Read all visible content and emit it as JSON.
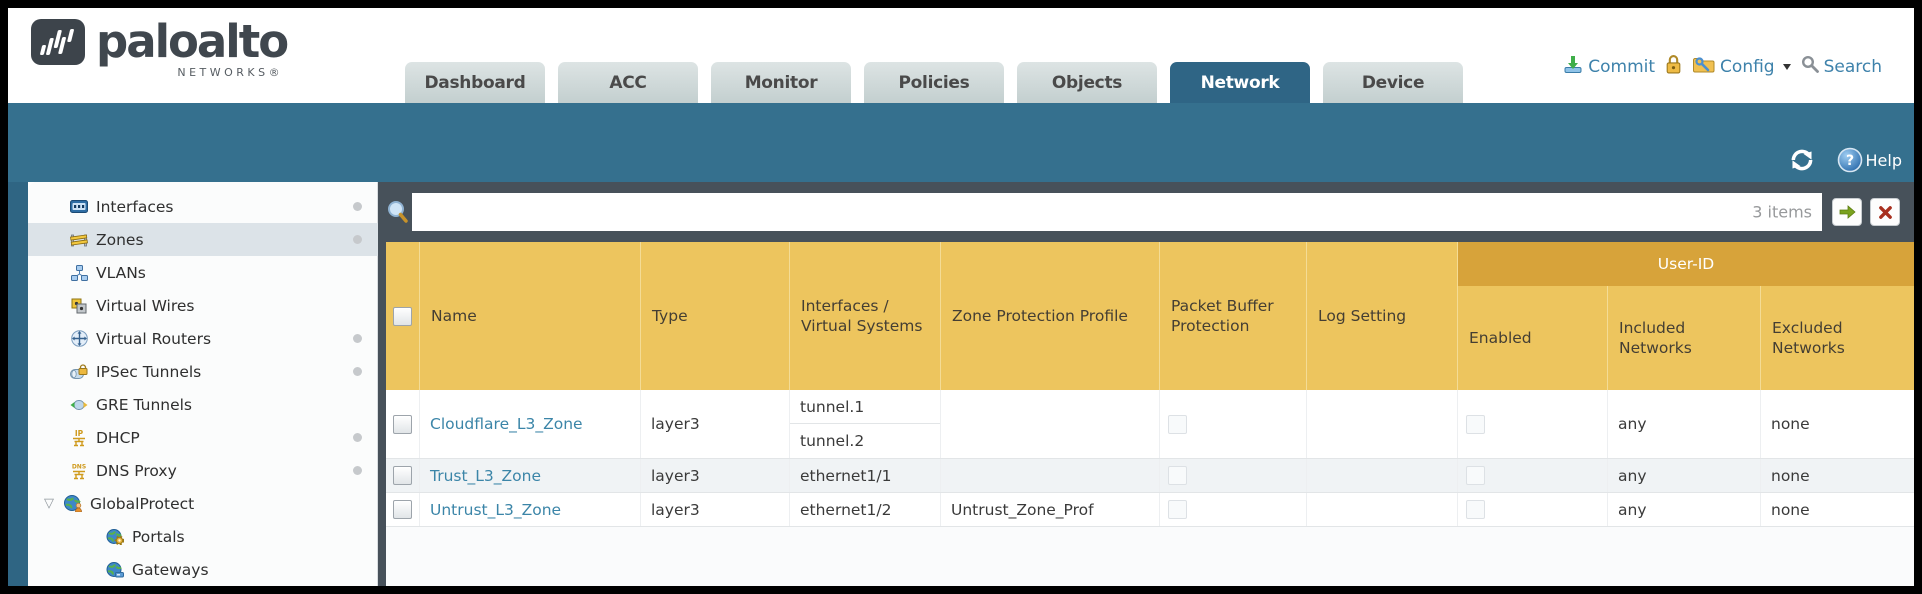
{
  "brand": {
    "name": "paloalto",
    "sub": "NETWORKS®"
  },
  "nav": {
    "tabs": [
      {
        "label": "Dashboard",
        "active": false
      },
      {
        "label": "ACC",
        "active": false
      },
      {
        "label": "Monitor",
        "active": false
      },
      {
        "label": "Policies",
        "active": false
      },
      {
        "label": "Objects",
        "active": false
      },
      {
        "label": "Network",
        "active": true
      },
      {
        "label": "Device",
        "active": false
      }
    ],
    "actions": {
      "commit": "Commit",
      "config": "Config",
      "search": "Search"
    }
  },
  "toolbar": {
    "help": "Help"
  },
  "filterbar": {
    "value": "",
    "count": "3 items"
  },
  "sidebar": {
    "items": [
      {
        "label": "Interfaces",
        "icon": "interfaces-icon",
        "dot": true,
        "selected": false
      },
      {
        "label": "Zones",
        "icon": "zones-icon",
        "dot": true,
        "selected": true
      },
      {
        "label": "VLANs",
        "icon": "vlans-icon",
        "dot": false,
        "selected": false
      },
      {
        "label": "Virtual Wires",
        "icon": "virtual-wires-icon",
        "dot": false,
        "selected": false
      },
      {
        "label": "Virtual Routers",
        "icon": "virtual-routers-icon",
        "dot": true,
        "selected": false
      },
      {
        "label": "IPSec Tunnels",
        "icon": "ipsec-tunnels-icon",
        "dot": true,
        "selected": false
      },
      {
        "label": "GRE Tunnels",
        "icon": "gre-tunnels-icon",
        "dot": false,
        "selected": false
      },
      {
        "label": "DHCP",
        "icon": "dhcp-icon",
        "dot": true,
        "selected": false
      },
      {
        "label": "DNS Proxy",
        "icon": "dns-proxy-icon",
        "dot": true,
        "selected": false
      },
      {
        "label": "GlobalProtect",
        "icon": "globalprotect-icon",
        "dot": false,
        "selected": false,
        "expanded": true
      },
      {
        "label": "Portals",
        "icon": "portals-icon",
        "dot": false,
        "selected": false,
        "child": true
      },
      {
        "label": "Gateways",
        "icon": "gateways-icon",
        "dot": false,
        "selected": false,
        "child": true
      }
    ]
  },
  "table": {
    "group_header": "User-ID",
    "columns": [
      "Name",
      "Type",
      "Interfaces / Virtual Systems",
      "Zone Protection Profile",
      "Packet Buffer Protection",
      "Log Setting",
      "Enabled",
      "Included Networks",
      "Excluded Networks"
    ],
    "rows": [
      {
        "name": "Cloudflare_L3_Zone",
        "type": "layer3",
        "interfaces": [
          "tunnel.1",
          "tunnel.2"
        ],
        "included_networks": "any",
        "excluded_networks": "none"
      },
      {
        "name": "Trust_L3_Zone",
        "type": "layer3",
        "interfaces": [
          "ethernet1/1"
        ],
        "included_networks": "any",
        "excluded_networks": "none"
      },
      {
        "name": "Untrust_L3_Zone",
        "type": "layer3",
        "interfaces": [
          "ethernet1/2"
        ],
        "zone_protection_profile": "Untrust_Zone_Prof",
        "included_networks": "any",
        "excluded_networks": "none"
      }
    ]
  },
  "colors": {
    "accent_teal": "#35708e",
    "active_tab_teal": "#2f6585",
    "header_gold": "#edc55e",
    "userid_band_gold": "#d7a33a",
    "toolbar_slate": "#47515a",
    "link_blue": "#3b85a8"
  }
}
